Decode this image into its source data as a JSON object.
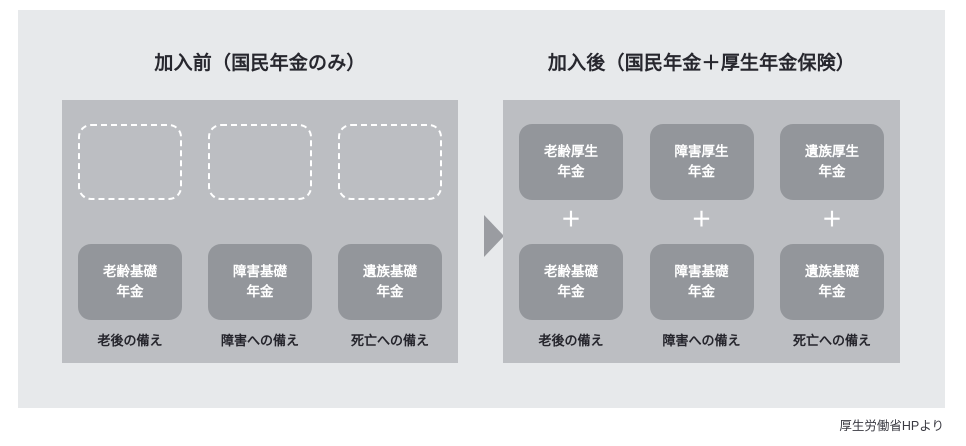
{
  "figure": {
    "source_note": "厚生労働省HPより",
    "arrow_icon": "arrow-right-triangle-icon",
    "colors": {
      "page_background": "#ffffff",
      "canvas_background": "#e7e9eb",
      "stage_background": "#bcbec2",
      "card_background": "#93969b",
      "card_text": "#ffffff",
      "title_text": "#27272e",
      "caption_text": "#25252c",
      "arrow": "#9a9ca1",
      "dashed_border": "#ffffff"
    }
  },
  "panels": [
    {
      "id": "before",
      "title": "加入前（国民年金のみ）",
      "top_row_style": "dashed-empty",
      "top_row": [
        {
          "label": "",
          "placeholder": true
        },
        {
          "label": "",
          "placeholder": true
        },
        {
          "label": "",
          "placeholder": true
        }
      ],
      "connectors": [],
      "bottom_row": [
        {
          "line1": "老齢基礎",
          "line2": "年金",
          "caption": "老後の備え"
        },
        {
          "line1": "障害基礎",
          "line2": "年金",
          "caption": "障害への備え"
        },
        {
          "line1": "遺族基礎",
          "line2": "年金",
          "caption": "死亡への備え"
        }
      ]
    },
    {
      "id": "after",
      "title": "加入後（国民年金＋厚生年金保険）",
      "top_row_style": "solid-cards",
      "top_row": [
        {
          "line1": "老齢厚生",
          "line2": "年金",
          "placeholder": false
        },
        {
          "line1": "障害厚生",
          "line2": "年金",
          "placeholder": false
        },
        {
          "line1": "遺族厚生",
          "line2": "年金",
          "placeholder": false
        }
      ],
      "connectors": [
        "＋",
        "＋",
        "＋"
      ],
      "bottom_row": [
        {
          "line1": "老齢基礎",
          "line2": "年金",
          "caption": "老後の備え"
        },
        {
          "line1": "障害基礎",
          "line2": "年金",
          "caption": "障害への備え"
        },
        {
          "line1": "遺族基礎",
          "line2": "年金",
          "caption": "死亡への備え"
        }
      ]
    }
  ]
}
